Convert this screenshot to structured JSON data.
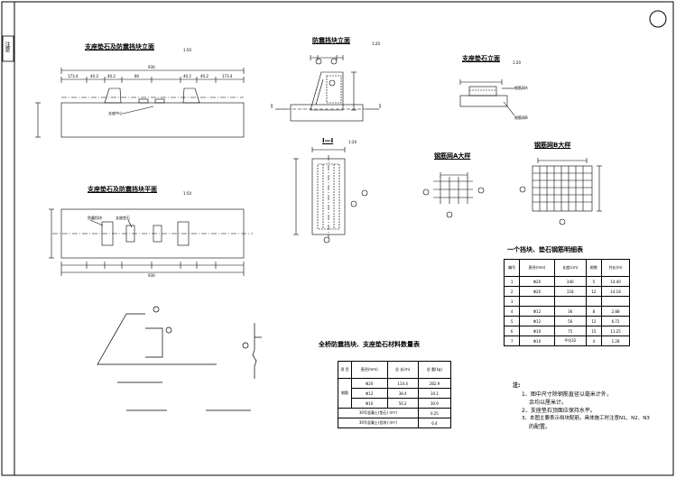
{
  "side_tab": {
    "label": "注意"
  },
  "views": {
    "pad_elevation": {
      "title": "支座垫石及防震挡块立面",
      "scale": "1:50"
    },
    "pad_plan": {
      "title": "支座垫石及防震挡块平面",
      "scale": "1:50"
    },
    "block_elevation": {
      "title": "防震挡块立面",
      "scale": "1:20"
    },
    "section": {
      "title": "I—I",
      "scale": "1:20"
    },
    "pad_stone_elevation": {
      "title": "支座垫石立面",
      "scale": "1:20"
    },
    "mesh_a": {
      "title": "钢筋网A大样"
    },
    "mesh_b": {
      "title": "钢筋网B大样"
    }
  },
  "labels": {
    "support_center": "支座中心",
    "block_label": "防震挡块",
    "pad_label": "支座垫石",
    "mesh_a": "钢筋网A",
    "mesh_b": "钢筋网B",
    "cut_left": "I",
    "cut_right": "I"
  },
  "dims": {
    "total": "930",
    "seg": [
      "173.4",
      "40.2",
      "40.2",
      "80",
      "40.2",
      "40.2",
      "173.4"
    ]
  },
  "table_rebar": {
    "title": "一个挡块、垫石钢筋明细表",
    "headers": [
      "编号",
      "直径(mm)",
      "长度(cm)",
      "根数",
      "共长(m)"
    ],
    "rows": [
      [
        "1",
        "Φ20",
        "340",
        "5",
        "14.40"
      ],
      [
        "2",
        "Φ20",
        "118",
        "12",
        "14.18"
      ],
      [
        "3",
        "",
        "",
        "",
        ""
      ],
      [
        "4",
        "Φ12",
        "36",
        "8",
        "2.88"
      ],
      [
        "5",
        "Φ12",
        "56",
        "12",
        "6.72"
      ],
      [
        "6",
        "Φ10",
        "75",
        "15",
        "11.25"
      ],
      [
        "7",
        "Φ10",
        "平均32",
        "4",
        "1.28"
      ]
    ]
  },
  "table_material": {
    "title": "全桥防震挡块、支座垫石材料数量表",
    "headers": [
      "项 目",
      "直径(mm)",
      "总 长(m)",
      "总 重(kg)"
    ],
    "group_label": "钢筋",
    "rows": [
      [
        "Φ20",
        "114.4",
        "282.9"
      ],
      [
        "Φ12",
        "38.4",
        "34.1"
      ],
      [
        "Φ10",
        "50.2",
        "30.9"
      ]
    ],
    "extra_rows": [
      [
        "30号混凝土(垫石) (m³)",
        "0.25"
      ],
      [
        "30号混凝土(挡块) (m³)",
        "6.4"
      ]
    ]
  },
  "notes": {
    "head": "注:",
    "lines": [
      "1、图中尺寸除钢筋直径以毫米计外，",
      "余均以厘米计。",
      "2、支座垫石顶面应保持水平。",
      "3、本图主要表示挡块配筋，具体施工时注意N1、N2、N3",
      "的配置。"
    ]
  }
}
